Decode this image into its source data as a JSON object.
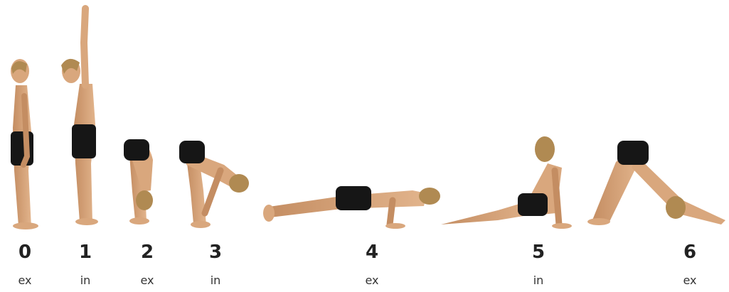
{
  "colors": {
    "skin": "#d9a77d",
    "skin_shade": "#b57e55",
    "shorts": "#161616",
    "hair": "#b08a52",
    "text": "#222222"
  },
  "poses": [
    {
      "step": "0",
      "breath": "ex"
    },
    {
      "step": "1",
      "breath": "in"
    },
    {
      "step": "2",
      "breath": "ex"
    },
    {
      "step": "3",
      "breath": "in"
    },
    {
      "step": "4",
      "breath": "ex"
    },
    {
      "step": "5",
      "breath": "in"
    },
    {
      "step": "6",
      "breath": "ex"
    }
  ]
}
